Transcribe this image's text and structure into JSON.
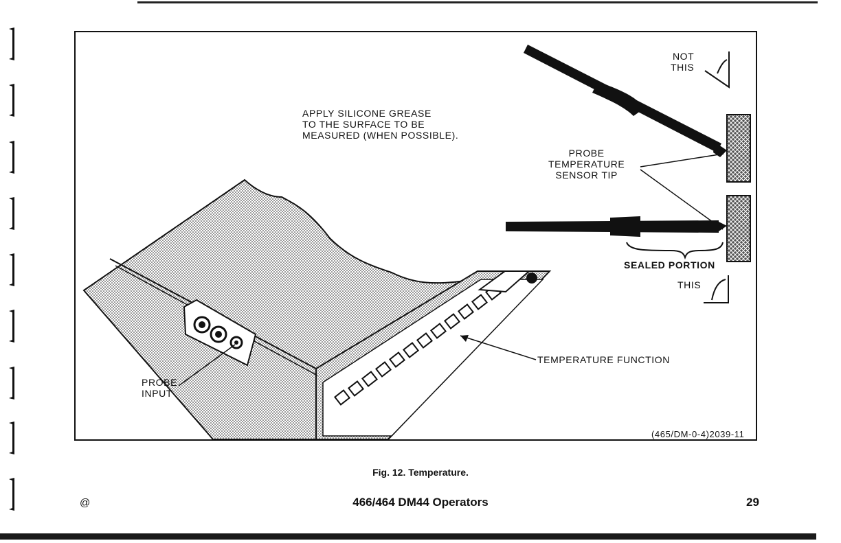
{
  "figure": {
    "instruction": "APPLY SILICONE GREASE\nTO THE SURFACE TO BE\nMEASURED (WHEN POSSIBLE).",
    "not_this": "NOT\nTHIS",
    "this": "THIS",
    "probe_sensor_tip": "PROBE\nTEMPERATURE\nSENSOR TIP",
    "sealed_portion": "SEALED PORTION",
    "temperature_function": "TEMPERATURE FUNCTION",
    "probe_input": "PROBE\nINPUT",
    "figure_code": "(465/DM-0-4)2039-11"
  },
  "caption": "Fig. 12.  Temperature.",
  "footer": {
    "symbol": "@",
    "title": "466/464 DM44 Operators",
    "page_number": "29"
  }
}
